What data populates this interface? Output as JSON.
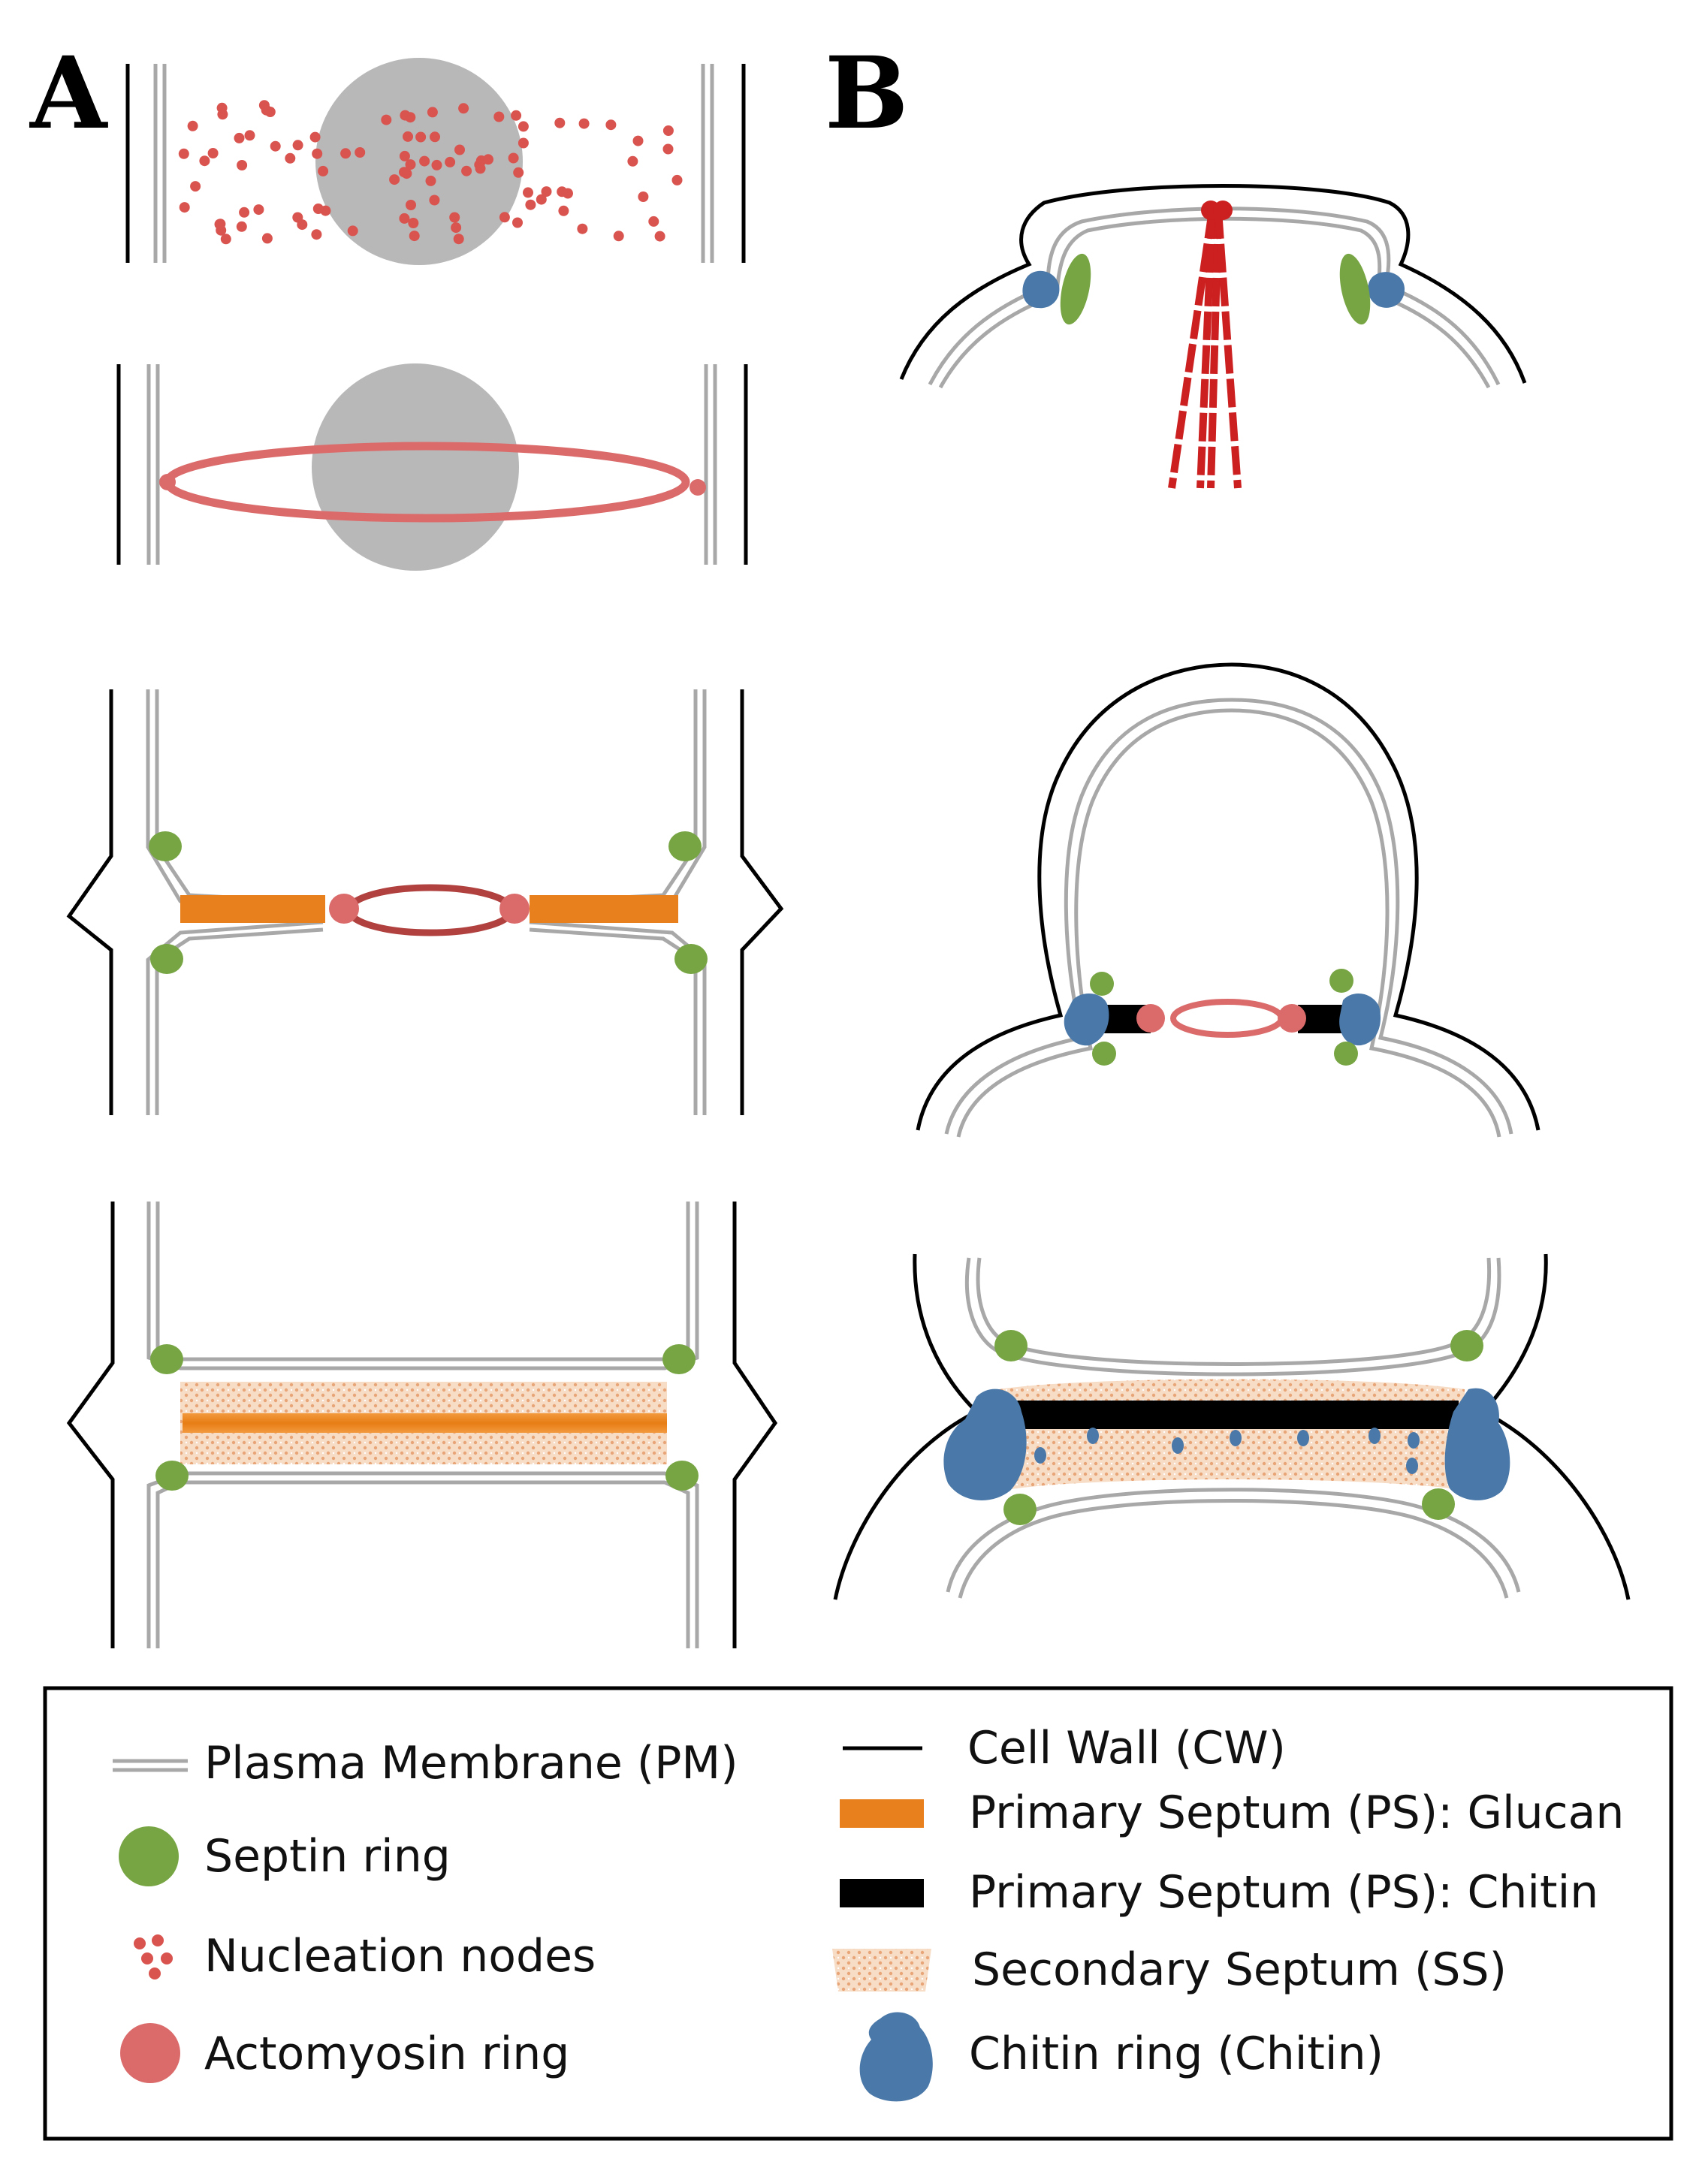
{
  "panels": {
    "a": "A",
    "b": "B"
  },
  "colors": {
    "cell_wall": "#000000",
    "membrane": "#a8a8a8",
    "septin": "#77a543",
    "actomyosin": "#db6b6b",
    "actomyosin_dark": "#b0413e",
    "nodes": "#d9534f",
    "nucleus": "#b8b8b8",
    "glucan_ps": "#e9801e",
    "chitin_ps": "#000000",
    "secondary_septum": "#f5c9a8",
    "chitin_ring": "#4a78a8",
    "spindle": "#cc1f1f"
  },
  "legend": {
    "plasma_membrane": "Plasma Membrane (PM)",
    "septin_ring": "Septin ring",
    "nucleation_nodes": "Nucleation nodes",
    "actomyosin_ring": "Actomyosin ring",
    "cell_wall": "Cell Wall (CW)",
    "ps_glucan": "Primary Septum (PS): Glucan",
    "ps_chitin": "Primary Septum (PS): Chitin",
    "secondary_septum": "Secondary Septum (SS)",
    "chitin_ring": "Chitin ring (Chitin)"
  }
}
